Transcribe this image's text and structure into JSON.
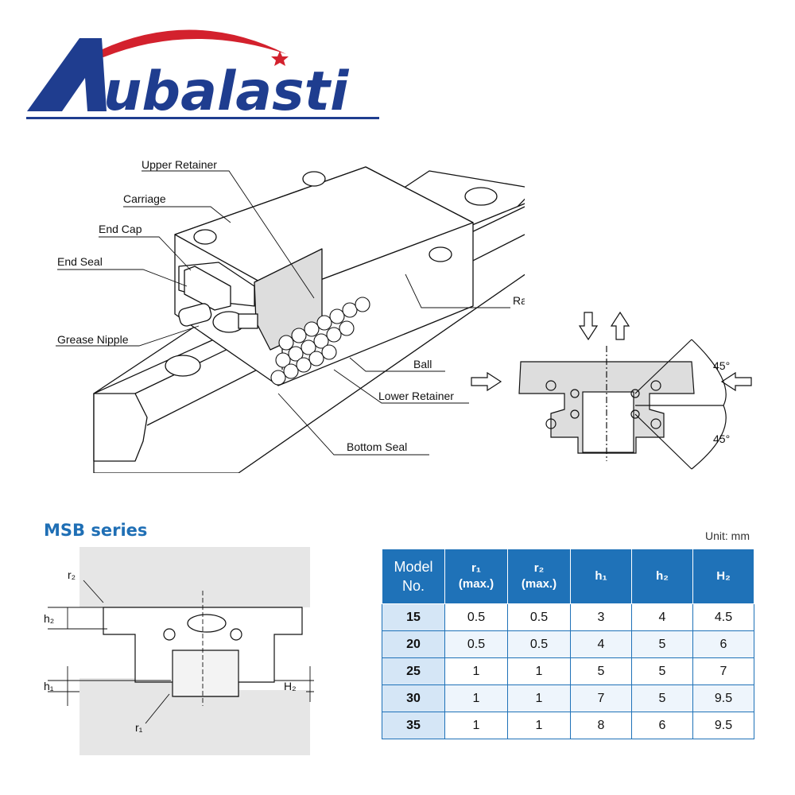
{
  "brand": {
    "name": "ubalasti",
    "initial": "A",
    "blue": "#1f3d8f",
    "red": "#d3212d"
  },
  "diagram_labels": {
    "upper_retainer": "Upper Retainer",
    "carriage": "Carriage",
    "end_cap": "End Cap",
    "end_seal": "End Seal",
    "grease_nipple": "Grease Nipple",
    "rail": "Rail",
    "ball": "Ball",
    "lower_retainer": "Lower Retainer",
    "bottom_seal": "Bottom Seal"
  },
  "load_diagram": {
    "angle_top": "45°",
    "angle_bottom": "45°"
  },
  "section": {
    "title": "MSB series",
    "unit": "Unit: mm",
    "h1": "h₁",
    "h2": "h₂",
    "H2": "H₂",
    "r1": "r₁",
    "r2": "r₂"
  },
  "table": {
    "headers": {
      "model_1": "Model",
      "model_2": "No.",
      "r1_1": "r₁",
      "r1_2": "(max.)",
      "r2_1": "r₂",
      "r2_2": "(max.)",
      "h1": "h₁",
      "h2": "h₂",
      "H2": "H₂"
    },
    "header_color": "#1f72b8",
    "rows": [
      {
        "model": "15",
        "r1": "0.5",
        "r2": "0.5",
        "h1": "3",
        "h2": "4",
        "H2": "4.5"
      },
      {
        "model": "20",
        "r1": "0.5",
        "r2": "0.5",
        "h1": "4",
        "h2": "5",
        "H2": "6"
      },
      {
        "model": "25",
        "r1": "1",
        "r2": "1",
        "h1": "5",
        "h2": "5",
        "H2": "7"
      },
      {
        "model": "30",
        "r1": "1",
        "r2": "1",
        "h1": "7",
        "h2": "5",
        "H2": "9.5"
      },
      {
        "model": "35",
        "r1": "1",
        "r2": "1",
        "h1": "8",
        "h2": "6",
        "H2": "9.5"
      }
    ]
  }
}
